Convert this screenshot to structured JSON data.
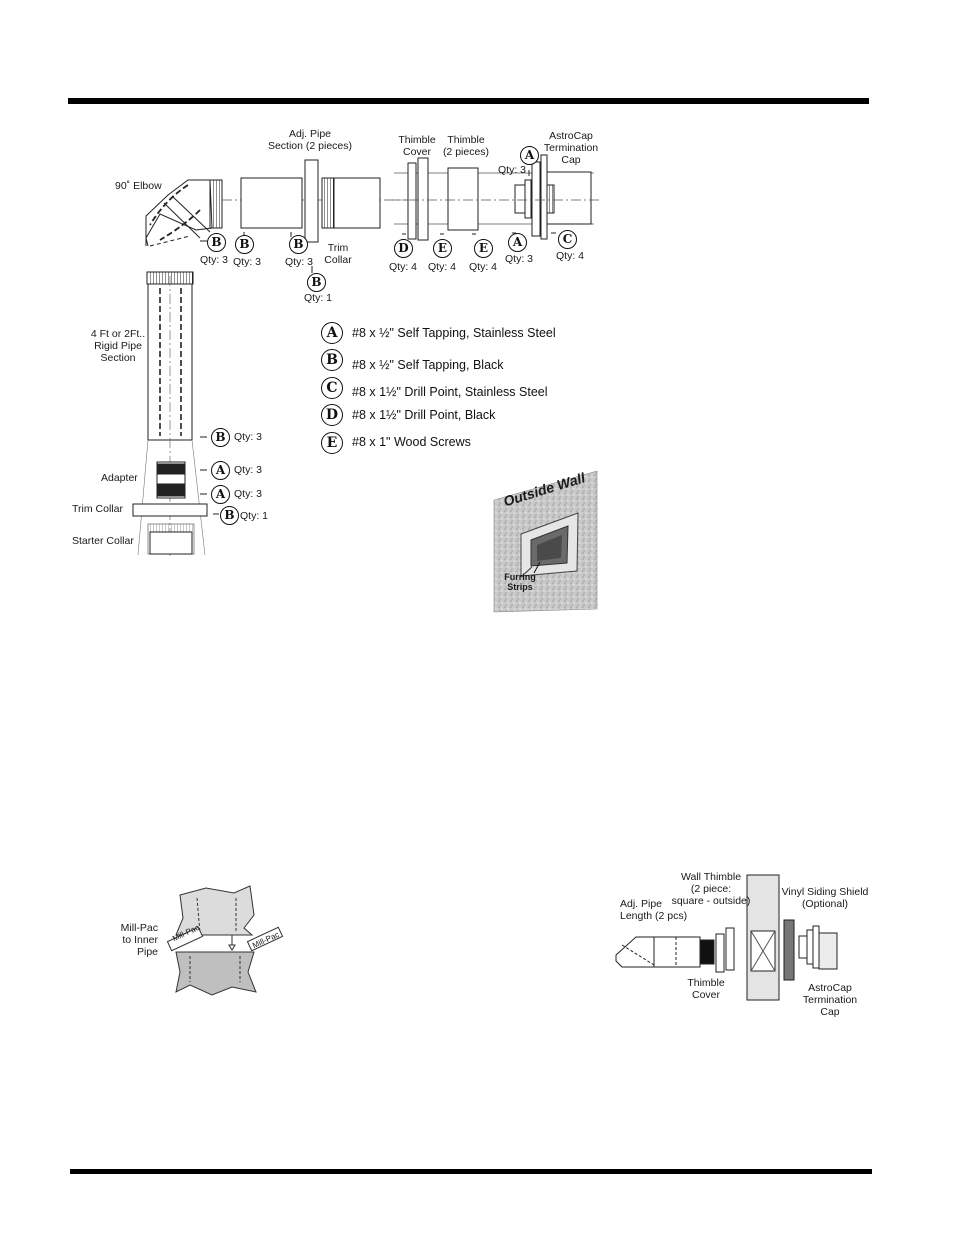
{
  "fasteners": [
    {
      "key": "A",
      "desc": "#8 x ½\" Self Tapping, Stainless Steel"
    },
    {
      "key": "B",
      "desc": "#8 x ½\" Self Tapping, Black"
    },
    {
      "key": "C",
      "desc": "#8 x 1½\" Drill Point, Stainless Steel"
    },
    {
      "key": "D",
      "desc": "#8 x 1½\" Drill Point, Black"
    },
    {
      "key": "E",
      "desc": "#8 x 1\" Wood Screws"
    }
  ],
  "top_diagram": {
    "elbow": "90˚ Elbow",
    "adj_pipe": [
      "Adj. Pipe",
      "Section (2 pieces)"
    ],
    "trim_collar": [
      "Trim",
      "Collar"
    ],
    "thimble_cover": [
      "Thimble",
      "Cover"
    ],
    "thimble": [
      "Thimble",
      "(2 pieces)"
    ],
    "astrocap": [
      "AstroCap",
      "Termination",
      "Cap"
    ],
    "rigid_pipe": [
      "4 Ft or 2Ft..",
      "Rigid Pipe",
      "Section"
    ],
    "adapter": "Adapter",
    "trim_collar_lower": "Trim Collar",
    "starter_collar": "Starter Collar",
    "qty": {
      "elbow_b": "Qty: 3",
      "pipe1_b": "Qty: 3",
      "pipe2_b": "Qty: 3",
      "collar_b": "Qty: 1",
      "thimble_cover_d": "Qty: 4",
      "thimble_e1": "Qty: 4",
      "thimble_e2": "Qty: 4",
      "cap_a_bottom": "Qty: 3",
      "cap_a_top": "Qty: 3",
      "cap_c": "Qty: 4",
      "rigid_b": "Qty: 3",
      "adapter_a1": "Qty: 3",
      "adapter_a2": "Qty: 3",
      "trim_b": "Qty: 1"
    }
  },
  "outside_wall": {
    "title": "Outside Wall",
    "furring": [
      "Furring",
      "Strips"
    ]
  },
  "millpac": {
    "label": [
      "Mill-Pac",
      "to Inner",
      "Pipe"
    ],
    "tube_text": "Mill-Pac"
  },
  "wall_section": {
    "wall_thimble": [
      "Wall Thimble",
      "(2 piece:",
      "square - outside)"
    ],
    "vinyl": [
      "Vinyl Siding Shield",
      "(Optional)"
    ],
    "adj_pipe": [
      "Adj. Pipe",
      "Length (2 pcs)"
    ],
    "thimble_cover": [
      "Thimble",
      "Cover"
    ],
    "astrocap": [
      "AstroCap",
      "Termination",
      "Cap"
    ]
  }
}
